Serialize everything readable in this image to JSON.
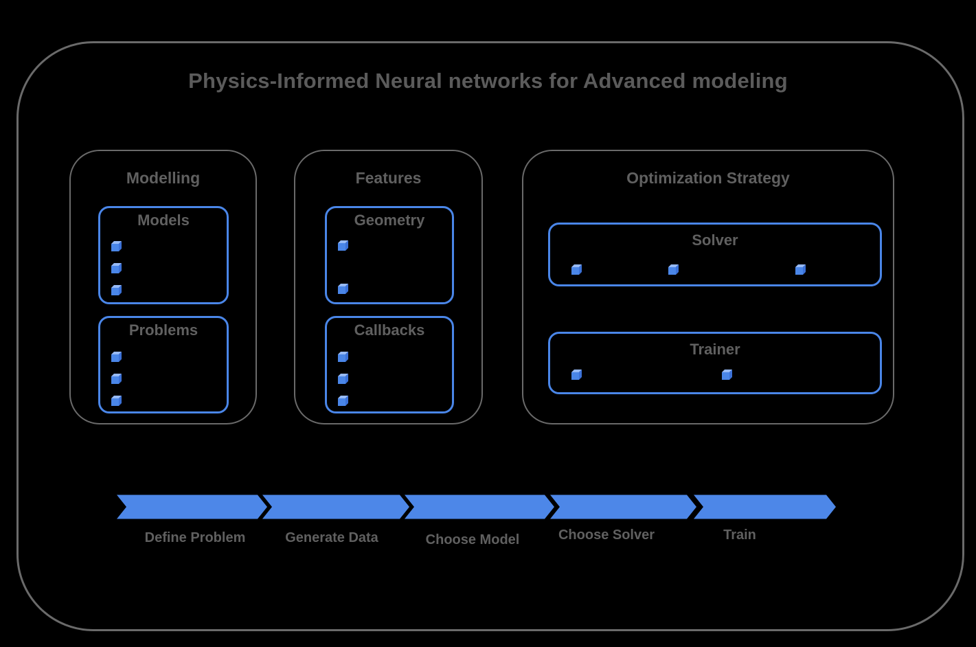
{
  "title": "Physics-Informed Neural networks for Advanced modeling",
  "colors": {
    "background": "#000000",
    "frame_border": "#6a6a6a",
    "blue_border": "#4a86e8",
    "chevron_blue": "#4d87e8",
    "cube_front": "#4a86e8",
    "cube_top": "#97baf6",
    "cube_side": "#3b71d8",
    "text_gray": "#5c5c5c"
  },
  "sections": [
    {
      "id": "modelling",
      "label": "Modelling",
      "groups": [
        {
          "id": "models",
          "label": "Models",
          "bullets": 3
        },
        {
          "id": "problems",
          "label": "Problems",
          "bullets": 3
        }
      ]
    },
    {
      "id": "features",
      "label": "Features",
      "groups": [
        {
          "id": "geometry",
          "label": "Geometry",
          "bullets": 2
        },
        {
          "id": "callbacks",
          "label": "Callbacks",
          "bullets": 3
        }
      ]
    },
    {
      "id": "optimization-strategy",
      "label": "Optimization Strategy",
      "groups": [
        {
          "id": "solver",
          "label": "Solver",
          "bullets": 3
        },
        {
          "id": "trainer",
          "label": "Trainer",
          "bullets": 2
        }
      ]
    }
  ],
  "pipeline": {
    "steps": [
      "Define Problem",
      "Generate Data",
      "Choose Model",
      "Choose Solver",
      "Train"
    ]
  }
}
